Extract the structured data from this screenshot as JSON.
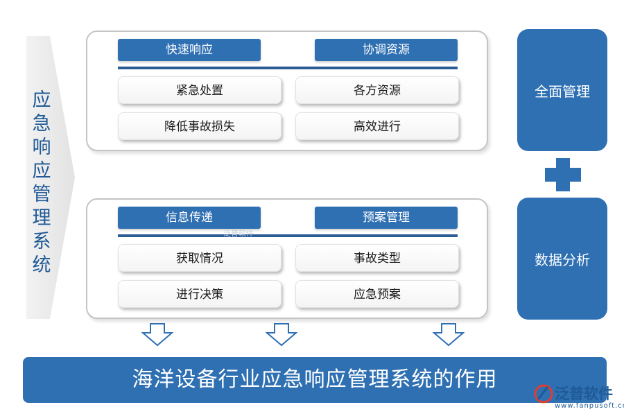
{
  "side_title": [
    "应",
    "急",
    "响",
    "应",
    "管",
    "理",
    "系",
    "统"
  ],
  "group1": {
    "header_left": "快速响应",
    "header_right": "协调资源",
    "cells": [
      "紧急处置",
      "各方资源",
      "降低事故损失",
      "高效进行"
    ]
  },
  "group2": {
    "header_left": "信息传递",
    "header_right": "预案管理",
    "cells": [
      "获取情况",
      "事故类型",
      "进行决策",
      "应急预案"
    ]
  },
  "right_boxes": {
    "top": "全面管理",
    "bottom": "数据分析"
  },
  "banner": "海洋设备行业应急响应管理系统的作用",
  "watermark": {
    "mid": "泛普软件",
    "logo_name": "泛普软件",
    "logo_url": "www.fanpusoft.com"
  },
  "colors": {
    "primary": "#2f70b3",
    "rule": "#2a5c96",
    "arrow_fill": "#ececec"
  }
}
